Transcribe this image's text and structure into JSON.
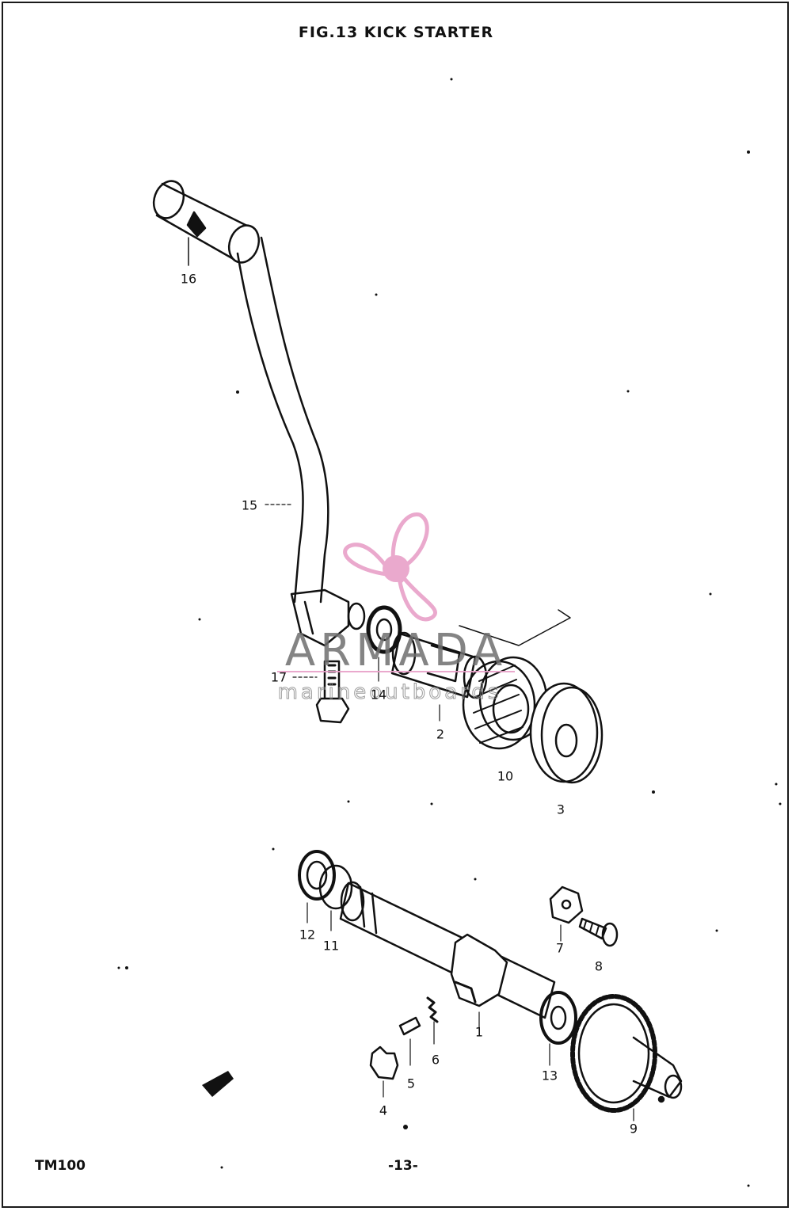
{
  "title": "FIG.13  KICK STARTER",
  "model_code": "TM100",
  "page_number": "-13-",
  "part_callouts": [
    "16",
    "15",
    "17",
    "14",
    "2",
    "10",
    "3",
    "12",
    "11",
    "7",
    "8",
    "1",
    "6",
    "5",
    "4",
    "13",
    "9"
  ],
  "watermark": {
    "brand": "ARMADA",
    "tagline": "marineoutboards",
    "logo_color": "#e8a0c8"
  },
  "colors": {
    "ink": "#111111",
    "paper": "#ffffff"
  }
}
